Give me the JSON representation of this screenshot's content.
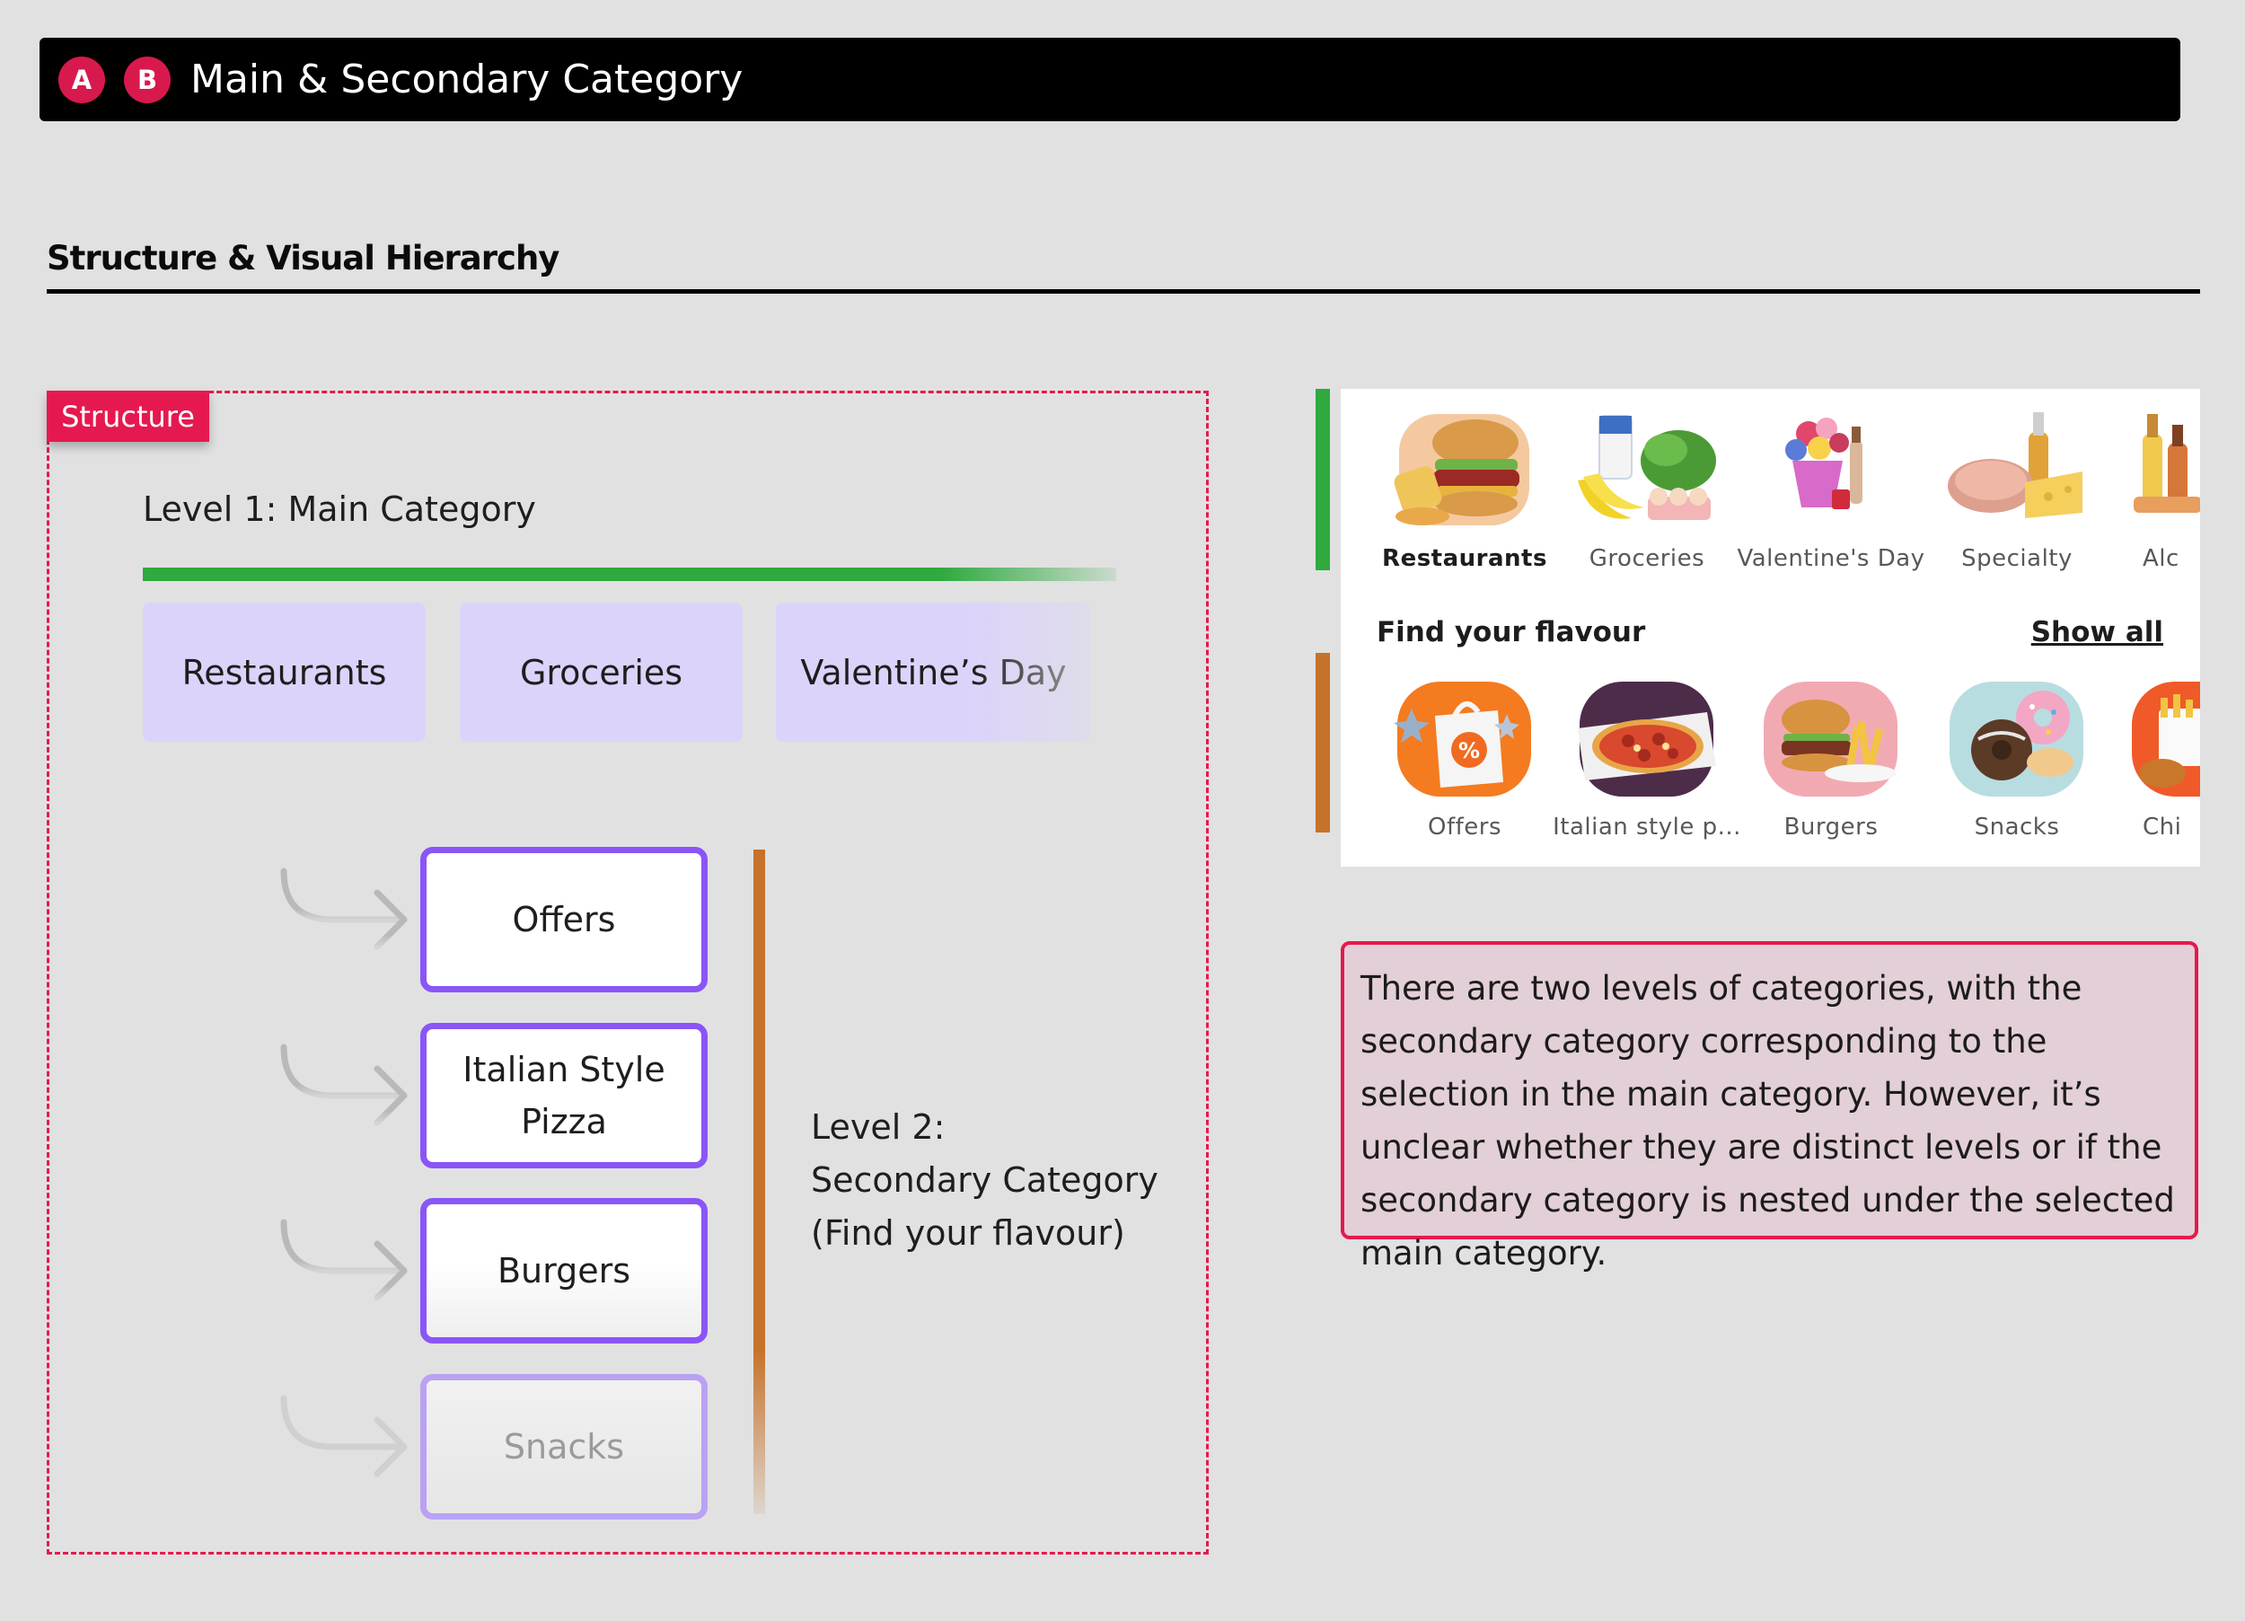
{
  "header": {
    "badges": [
      "A",
      "B"
    ],
    "title": "Main & Secondary Category"
  },
  "section": {
    "title": "Structure & Visual Hierarchy"
  },
  "structure": {
    "tag": "Structure",
    "level1_label": "Level 1: Main Category",
    "main_categories": [
      "Restaurants",
      "Groceries",
      "Valentine’s Day"
    ],
    "secondary_categories": [
      "Offers",
      "Italian Style Pizza",
      "Burgers",
      "Snacks"
    ],
    "secondary_italian_line1": "Italian Style",
    "secondary_italian_line2": "Pizza",
    "level2_line1": "Level 2:",
    "level2_line2": "Secondary Category",
    "level2_line3": "(Find your flavour)"
  },
  "app": {
    "main_categories": [
      "Restaurants",
      "Groceries",
      "Valentine's Day",
      "Specialty",
      "Alc"
    ],
    "selected_main": "Restaurants",
    "flavour_title": "Find your flavour",
    "show_all": "Show all",
    "flavours": [
      "Offers",
      "Italian style p...",
      "Burgers",
      "Snacks",
      "Chi"
    ]
  },
  "note": {
    "text": "There are two levels of categories, with the secondary category corresponding to the selection in the main category. However, it’s unclear whether they are distinct levels or if the secondary category is nested under the selected main category."
  },
  "colors": {
    "accent_red": "#e5194f",
    "level1_green": "#2eaa3f",
    "level2_orange": "#c6722a",
    "tile_purple": "#dcd3fb",
    "border_purple": "#8a55f7"
  }
}
